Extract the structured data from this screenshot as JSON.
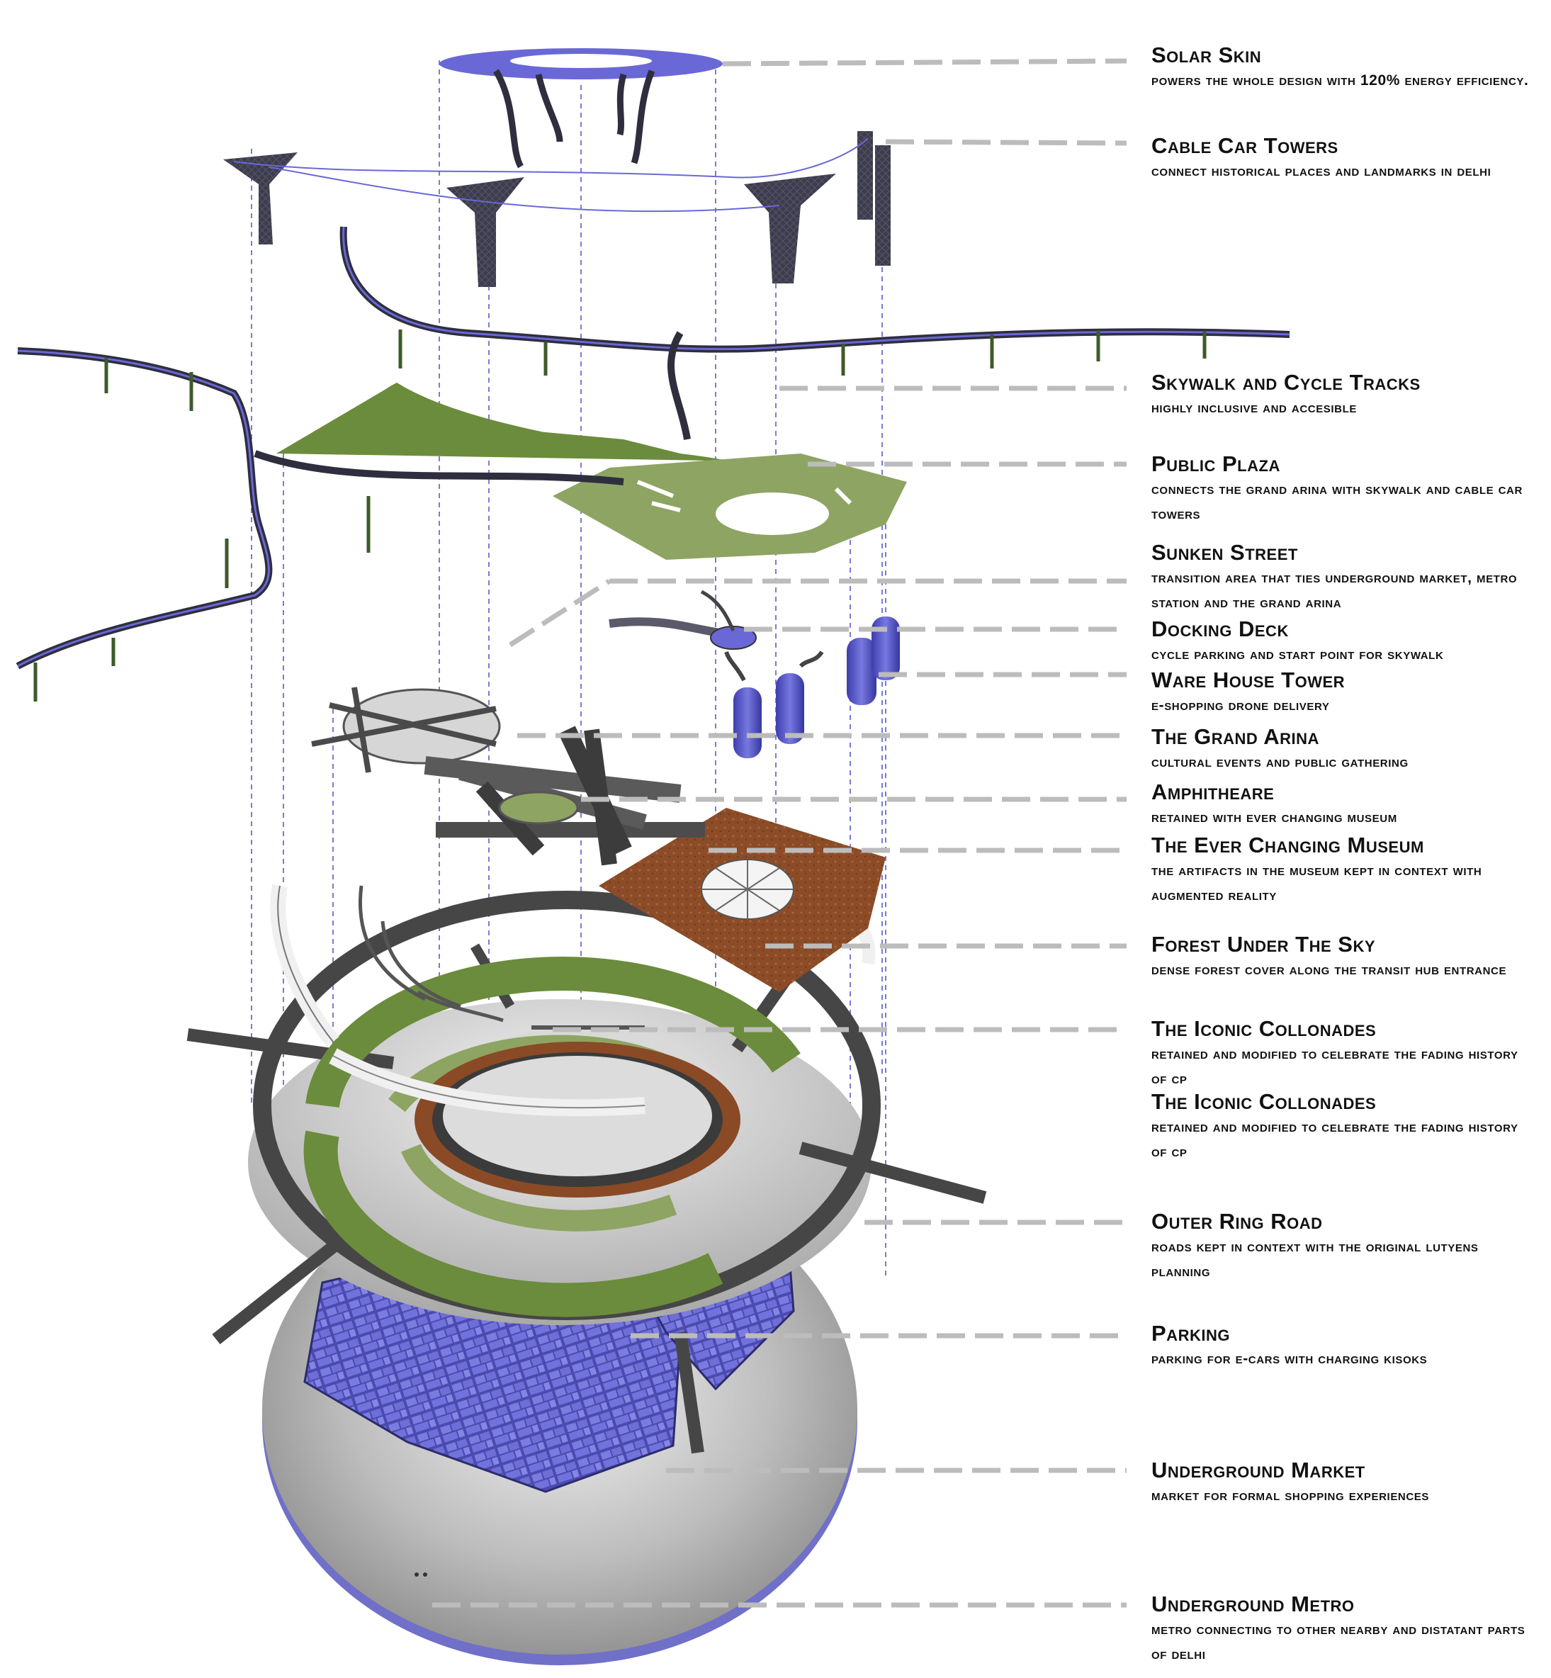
{
  "colors": {
    "solar": "#6a68d6",
    "structure": "#3a3a48",
    "green": "#6b8c3c",
    "green_light": "#8ea463",
    "copper": "#8a4a26",
    "paving": "#6c6cd0",
    "road": "#444444",
    "leader": "#bcbcbc",
    "guide": "#5a5ac8"
  },
  "labels": [
    {
      "title": "Solar Skin",
      "desc": "powers the whole design with 120% energy efficiency."
    },
    {
      "title": "Cable Car Towers",
      "desc": "connect historical places and landmarks in Delhi"
    },
    {
      "title": "Skywalk and Cycle Tracks",
      "desc": "highly inclusive and accesible"
    },
    {
      "title": "Public Plaza",
      "desc": "connects the grand arina with skywalk and cable car towers"
    },
    {
      "title": "Sunken Street",
      "desc": "transition area that ties underground market, metro station and the grand arina"
    },
    {
      "title": "Docking Deck",
      "desc": "cycle parking and start point for skywalk"
    },
    {
      "title": "Ware House Tower",
      "desc": "e-shopping drone delivery"
    },
    {
      "title": "The Grand Arina",
      "desc": "cultural events and public gathering"
    },
    {
      "title": "Amphitheare",
      "desc": "retained with ever changing museum"
    },
    {
      "title": "The Ever Changing Museum",
      "desc": "the artifacts in the museum kept in context with augmented reality"
    },
    {
      "title": "Forest Under The Sky",
      "desc": "dense forest cover along the transit hub entrance"
    },
    {
      "title": "The Iconic Collonades",
      "desc": "retained and modified to celebrate the fading history of CP"
    },
    {
      "title": "The Iconic Collonades",
      "desc": "retained and modified to celebrate the fading history of CP"
    },
    {
      "title": "Outer Ring Road",
      "desc": "roads kept in context with the original Lutyens planning"
    },
    {
      "title": "Parking",
      "desc": "parking for e-cars with charging kisoks"
    },
    {
      "title": "Underground Market",
      "desc": "market for formal shopping experiences"
    },
    {
      "title": "Underground Metro",
      "desc": "metro connecting to other nearby and distatant parts of Delhi"
    }
  ]
}
